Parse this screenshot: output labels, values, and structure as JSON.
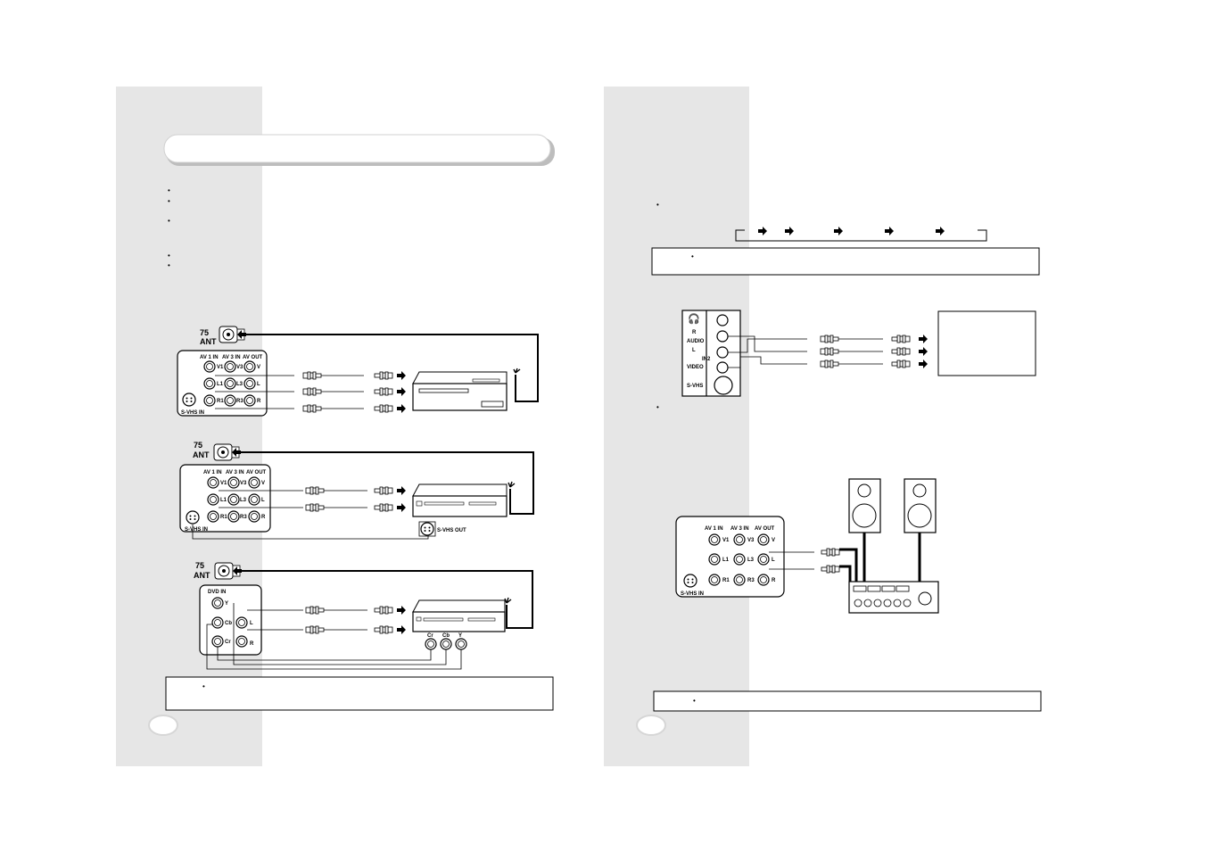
{
  "bullet_char": "•",
  "antenna": {
    "ohm": "75",
    "label": "ANT"
  },
  "av_panel": {
    "col_headers": [
      "AV 1 IN",
      "AV 3 IN",
      "AV OUT"
    ],
    "row_labels": [
      [
        "V1",
        "V3",
        "V"
      ],
      [
        "L1",
        "L3",
        "L"
      ],
      [
        "R1",
        "R3",
        "R"
      ]
    ],
    "svhs_in": "S-VHS IN"
  },
  "vcr_svhs_out": "S-VHS OUT",
  "dvd_panel": {
    "title": "DVD IN",
    "y": "Y",
    "cb": "Cb",
    "cr": "Cr",
    "l": "L",
    "r": "R"
  },
  "dvd_player_jacks": [
    "Cr",
    "Cb",
    "Y"
  ],
  "side_panel": {
    "r": "R",
    "audio": "AUDIO",
    "l": "L",
    "in": "IN2",
    "video": "VIDEO",
    "svhs": "S-VHS"
  },
  "av4_panel": {
    "col_headers": [
      "AV 1 IN",
      "AV 3 IN",
      "AV OUT"
    ],
    "row_labels": [
      [
        "V1",
        "V3",
        "V"
      ],
      [
        "L1",
        "L3",
        "L"
      ],
      [
        "R1",
        "R3",
        "R"
      ]
    ],
    "svhs_in": "S-VHS IN"
  }
}
